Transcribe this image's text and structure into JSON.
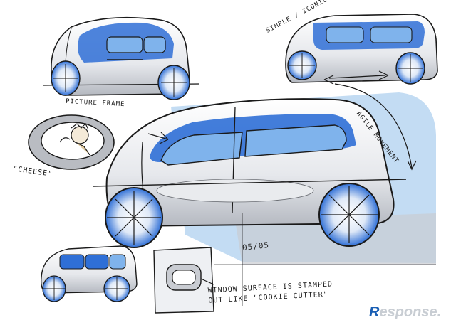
{
  "labels": {
    "picture_frame": "PICTURE FRAME",
    "cheese": "\"CHEESE\"",
    "simple_iconic": "SIMPLE / ICONIC",
    "agile_movement": "AGILE MOVEMENT",
    "window_line1": "WINDOW SURFACE IS STAMPED",
    "window_line2": "OUT LIKE \"COOKIE CUTTER\"",
    "date_signature": "05/05"
  },
  "watermark": {
    "logo_text": "Response."
  },
  "colors": {
    "accent_blue": "#2f6fd6",
    "light_blue": "#7fb3ec",
    "panel_blue": "#bcd8f2",
    "ink": "#1a1a1a",
    "marker_gray": "#b9bcc2"
  }
}
